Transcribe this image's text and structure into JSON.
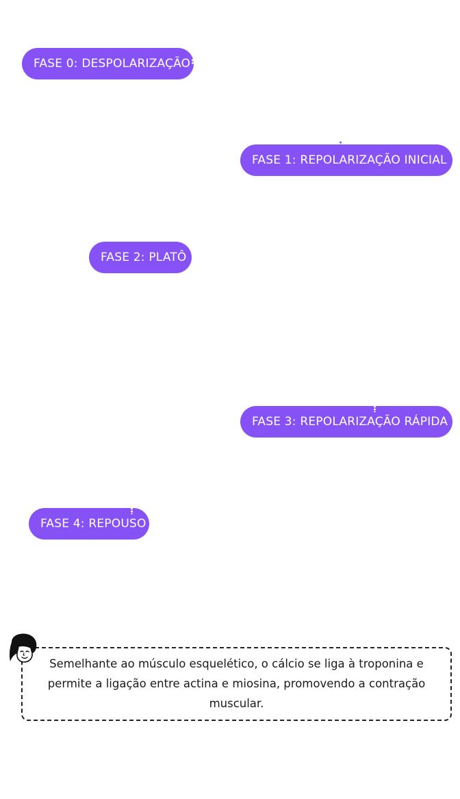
{
  "phases": [
    {
      "label": "FASE 0: DESPOLARIZAÇÃO"
    },
    {
      "label": "FASE 1: REPOLARIZAÇÃO INICIAL"
    },
    {
      "label": "FASE 2: PLATÔ"
    },
    {
      "label": "FASE 3: REPOLARIZAÇÃO RÁPIDA"
    },
    {
      "label": "FASE 4: REPOUSO"
    }
  ],
  "note": {
    "text": "Semelhante ao músculo esquelético, o cálcio se liga à troponina e permite a ligação entre actina e miosina, promovendo a contração muscular."
  },
  "icons": {
    "avatar": "person-face-icon"
  },
  "colors": {
    "pill": "#8752f5",
    "pill_text": "#ffffff",
    "note_border": "#222222"
  }
}
